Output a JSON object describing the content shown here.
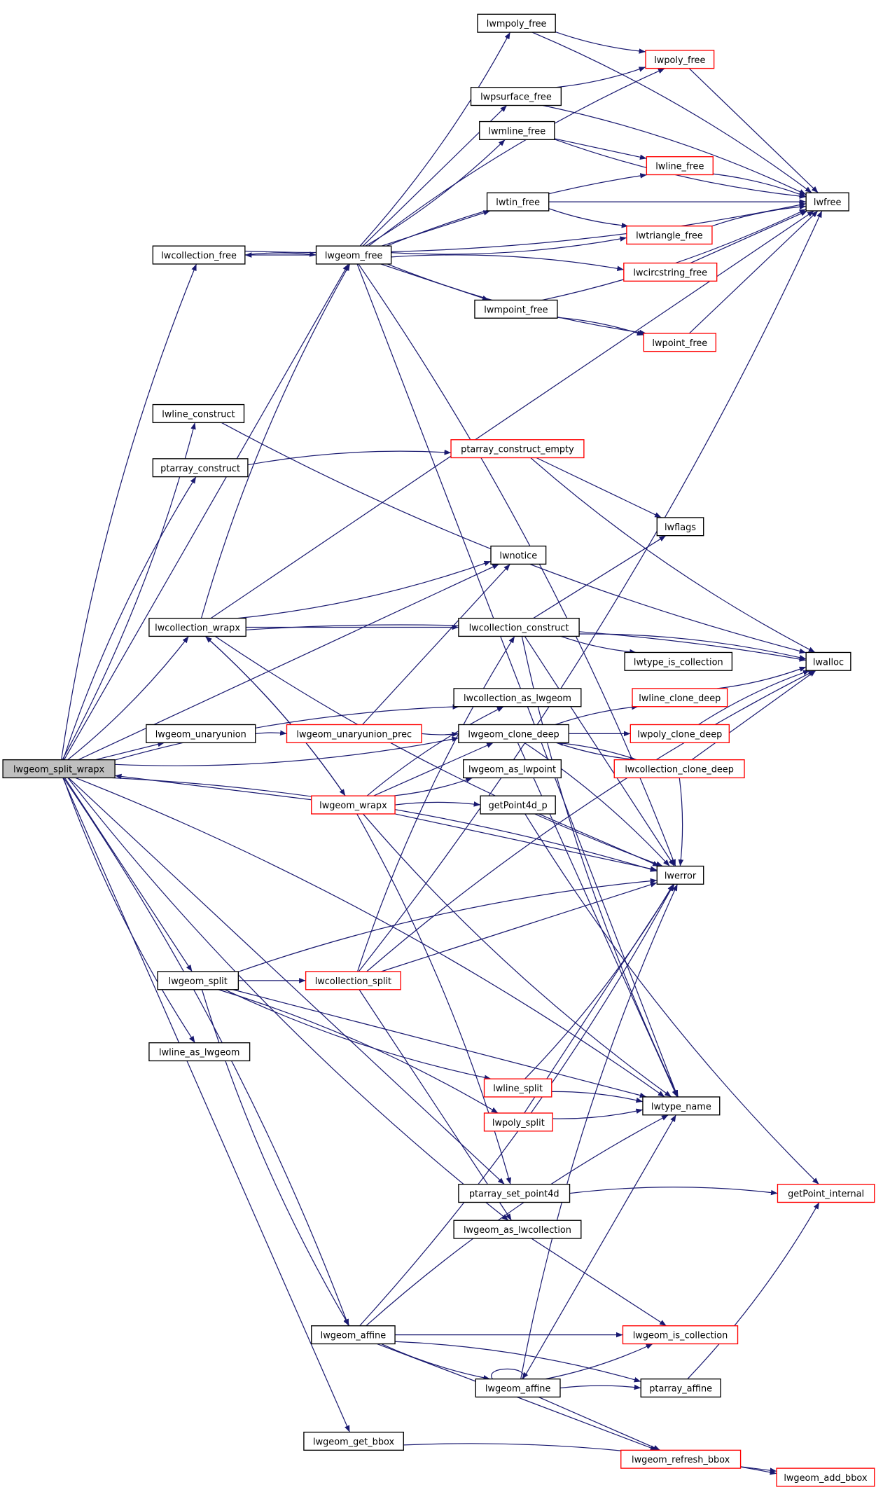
{
  "colors": {
    "edge": "#191970",
    "root_fill": "#bfbfbf",
    "normal_border": "#000000",
    "truncated_border": "#ff0000"
  },
  "nodes": [
    {
      "id": "split_wrapx",
      "label": "lwgeom_split_wrapx",
      "border": "#000000",
      "fill": "#bfbfbf"
    },
    {
      "id": "lwcollection_free",
      "label": "lwcollection_free",
      "border": "#000000"
    },
    {
      "id": "lwgeom_free",
      "label": "lwgeom_free",
      "border": "#000000"
    },
    {
      "id": "lwmpoly_free",
      "label": "lwmpoly_free",
      "border": "#000000"
    },
    {
      "id": "lwpoly_free",
      "label": "lwpoly_free",
      "border": "#ff0000"
    },
    {
      "id": "lwpsurface_free",
      "label": "lwpsurface_free",
      "border": "#000000"
    },
    {
      "id": "lwmline_free",
      "label": "lwmline_free",
      "border": "#000000"
    },
    {
      "id": "lwline_free",
      "label": "lwline_free",
      "border": "#ff0000"
    },
    {
      "id": "lwtin_free",
      "label": "lwtin_free",
      "border": "#000000"
    },
    {
      "id": "lwfree",
      "label": "lwfree",
      "border": "#000000"
    },
    {
      "id": "lwtriangle_free",
      "label": "lwtriangle_free",
      "border": "#ff0000"
    },
    {
      "id": "lwcircstring_free",
      "label": "lwcircstring_free",
      "border": "#ff0000"
    },
    {
      "id": "lwmpoint_free",
      "label": "lwmpoint_free",
      "border": "#000000"
    },
    {
      "id": "lwpoint_free",
      "label": "lwpoint_free",
      "border": "#ff0000"
    },
    {
      "id": "lwline_construct",
      "label": "lwline_construct",
      "border": "#000000"
    },
    {
      "id": "ptarray_construct",
      "label": "ptarray_construct",
      "border": "#000000"
    },
    {
      "id": "ptarray_construct_empty",
      "label": "ptarray_construct_empty",
      "border": "#ff0000"
    },
    {
      "id": "lwflags",
      "label": "lwflags",
      "border": "#000000"
    },
    {
      "id": "lwnotice",
      "label": "lwnotice",
      "border": "#000000"
    },
    {
      "id": "lwcollection_wrapx",
      "label": "lwcollection_wrapx",
      "border": "#000000"
    },
    {
      "id": "lwcollection_construct",
      "label": "lwcollection_construct",
      "border": "#000000"
    },
    {
      "id": "lwtype_is_collection",
      "label": "lwtype_is_collection",
      "border": "#000000"
    },
    {
      "id": "lwalloc",
      "label": "lwalloc",
      "border": "#000000"
    },
    {
      "id": "lwcollection_as_lwgeom",
      "label": "lwcollection_as_lwgeom",
      "border": "#000000"
    },
    {
      "id": "lwline_clone_deep",
      "label": "lwline_clone_deep",
      "border": "#ff0000"
    },
    {
      "id": "lwgeom_unaryunion",
      "label": "lwgeom_unaryunion",
      "border": "#000000"
    },
    {
      "id": "lwgeom_unaryunion_prec",
      "label": "lwgeom_unaryunion_prec",
      "border": "#ff0000"
    },
    {
      "id": "lwgeom_clone_deep",
      "label": "lwgeom_clone_deep",
      "border": "#000000"
    },
    {
      "id": "lwpoly_clone_deep",
      "label": "lwpoly_clone_deep",
      "border": "#ff0000"
    },
    {
      "id": "lwcollection_clone_deep",
      "label": "lwcollection_clone_deep",
      "border": "#ff0000"
    },
    {
      "id": "lwgeom_as_lwpoint",
      "label": "lwgeom_as_lwpoint",
      "border": "#000000"
    },
    {
      "id": "lwgeom_wrapx",
      "label": "lwgeom_wrapx",
      "border": "#ff0000"
    },
    {
      "id": "getPoint4d_p",
      "label": "getPoint4d_p",
      "border": "#000000"
    },
    {
      "id": "lwerror",
      "label": "lwerror",
      "border": "#000000"
    },
    {
      "id": "lwgeom_split",
      "label": "lwgeom_split",
      "border": "#000000"
    },
    {
      "id": "lwcollection_split",
      "label": "lwcollection_split",
      "border": "#ff0000"
    },
    {
      "id": "lwline_as_lwgeom",
      "label": "lwline_as_lwgeom",
      "border": "#000000"
    },
    {
      "id": "lwline_split",
      "label": "lwline_split",
      "border": "#ff0000"
    },
    {
      "id": "lwtype_name",
      "label": "lwtype_name",
      "border": "#000000"
    },
    {
      "id": "lwpoly_split",
      "label": "lwpoly_split",
      "border": "#ff0000"
    },
    {
      "id": "ptarray_set_point4d",
      "label": "ptarray_set_point4d",
      "border": "#000000"
    },
    {
      "id": "getPoint_internal",
      "label": "getPoint_internal",
      "border": "#ff0000"
    },
    {
      "id": "lwgeom_as_lwcollection",
      "label": "lwgeom_as_lwcollection",
      "border": "#000000"
    },
    {
      "id": "lwgeom_affine_a",
      "label": "lwgeom_affine",
      "border": "#000000"
    },
    {
      "id": "lwgeom_is_collection",
      "label": "lwgeom_is_collection",
      "border": "#ff0000"
    },
    {
      "id": "lwgeom_affine_b",
      "label": "lwgeom_affine",
      "border": "#000000"
    },
    {
      "id": "ptarray_affine",
      "label": "ptarray_affine",
      "border": "#000000"
    },
    {
      "id": "lwgeom_get_bbox",
      "label": "lwgeom_get_bbox",
      "border": "#000000"
    },
    {
      "id": "lwgeom_refresh_bbox",
      "label": "lwgeom_refresh_bbox",
      "border": "#ff0000"
    },
    {
      "id": "lwgeom_add_bbox",
      "label": "lwgeom_add_bbox",
      "border": "#ff0000"
    }
  ],
  "edges": [
    [
      "split_wrapx",
      "lwcollection_free"
    ],
    [
      "split_wrapx",
      "lwgeom_free"
    ],
    [
      "split_wrapx",
      "lwline_construct"
    ],
    [
      "split_wrapx",
      "ptarray_construct"
    ],
    [
      "split_wrapx",
      "lwnotice"
    ],
    [
      "split_wrapx",
      "lwcollection_wrapx"
    ],
    [
      "split_wrapx",
      "lwcollection_as_lwgeom"
    ],
    [
      "split_wrapx",
      "lwgeom_unaryunion"
    ],
    [
      "split_wrapx",
      "lwgeom_clone_deep"
    ],
    [
      "split_wrapx",
      "lwerror"
    ],
    [
      "split_wrapx",
      "lwgeom_split"
    ],
    [
      "split_wrapx",
      "lwline_as_lwgeom"
    ],
    [
      "split_wrapx",
      "lwtype_name"
    ],
    [
      "split_wrapx",
      "ptarray_set_point4d"
    ],
    [
      "split_wrapx",
      "lwgeom_as_lwcollection"
    ],
    [
      "split_wrapx",
      "lwgeom_affine_a"
    ],
    [
      "split_wrapx",
      "lwgeom_get_bbox"
    ],
    [
      "lwcollection_free",
      "lwfree"
    ],
    [
      "lwcollection_free",
      "lwgeom_free"
    ],
    [
      "lwgeom_free",
      "lwcollection_free"
    ],
    [
      "lwgeom_free",
      "lwmpoly_free"
    ],
    [
      "lwgeom_free",
      "lwpoly_free"
    ],
    [
      "lwgeom_free",
      "lwpsurface_free"
    ],
    [
      "lwgeom_free",
      "lwmline_free"
    ],
    [
      "lwgeom_free",
      "lwline_free"
    ],
    [
      "lwgeom_free",
      "lwtin_free"
    ],
    [
      "lwgeom_free",
      "lwtriangle_free"
    ],
    [
      "lwgeom_free",
      "lwcircstring_free"
    ],
    [
      "lwgeom_free",
      "lwmpoint_free"
    ],
    [
      "lwgeom_free",
      "lwpoint_free"
    ],
    [
      "lwgeom_free",
      "lwerror"
    ],
    [
      "lwgeom_free",
      "lwtype_name"
    ],
    [
      "lwmpoly_free",
      "lwpoly_free"
    ],
    [
      "lwmpoly_free",
      "lwfree"
    ],
    [
      "lwpoly_free",
      "lwfree"
    ],
    [
      "lwpsurface_free",
      "lwpoly_free"
    ],
    [
      "lwpsurface_free",
      "lwfree"
    ],
    [
      "lwmline_free",
      "lwline_free"
    ],
    [
      "lwmline_free",
      "lwfree"
    ],
    [
      "lwline_free",
      "lwfree"
    ],
    [
      "lwtin_free",
      "lwfree"
    ],
    [
      "lwtin_free",
      "lwtriangle_free"
    ],
    [
      "lwtriangle_free",
      "lwfree"
    ],
    [
      "lwcircstring_free",
      "lwfree"
    ],
    [
      "lwmpoint_free",
      "lwfree"
    ],
    [
      "lwmpoint_free",
      "lwpoint_free"
    ],
    [
      "lwpoint_free",
      "lwfree"
    ],
    [
      "lwline_construct",
      "lwalloc"
    ],
    [
      "ptarray_construct",
      "ptarray_construct_empty"
    ],
    [
      "ptarray_construct_empty",
      "lwflags"
    ],
    [
      "ptarray_construct_empty",
      "lwalloc"
    ],
    [
      "lwcollection_wrapx",
      "lwgeom_free"
    ],
    [
      "lwcollection_wrapx",
      "lwfree"
    ],
    [
      "lwcollection_wrapx",
      "lwnotice"
    ],
    [
      "lwcollection_wrapx",
      "lwalloc"
    ],
    [
      "lwcollection_wrapx",
      "lwcollection_construct"
    ],
    [
      "lwcollection_wrapx",
      "lwerror"
    ],
    [
      "lwcollection_wrapx",
      "lwgeom_wrapx"
    ],
    [
      "lwcollection_construct",
      "lwflags"
    ],
    [
      "lwcollection_construct",
      "lwtype_is_collection"
    ],
    [
      "lwcollection_construct",
      "lwalloc"
    ],
    [
      "lwcollection_construct",
      "lwerror"
    ],
    [
      "lwcollection_construct",
      "lwtype_name"
    ],
    [
      "lwgeom_unaryunion",
      "lwgeom_unaryunion_prec"
    ],
    [
      "lwgeom_unaryunion_prec",
      "lwnotice"
    ],
    [
      "lwgeom_unaryunion_prec",
      "lwgeom_clone_deep"
    ],
    [
      "lwgeom_clone_deep",
      "lwline_clone_deep"
    ],
    [
      "lwgeom_clone_deep",
      "lwpoly_clone_deep"
    ],
    [
      "lwgeom_clone_deep",
      "lwcollection_clone_deep"
    ],
    [
      "lwgeom_clone_deep",
      "lwerror"
    ],
    [
      "lwgeom_clone_deep",
      "lwtype_name"
    ],
    [
      "lwline_clone_deep",
      "lwalloc"
    ],
    [
      "lwpoly_clone_deep",
      "lwalloc"
    ],
    [
      "lwcollection_clone_deep",
      "lwalloc"
    ],
    [
      "lwcollection_clone_deep",
      "lwgeom_clone_deep"
    ],
    [
      "lwcollection_clone_deep",
      "lwerror"
    ],
    [
      "lwgeom_wrapx",
      "split_wrapx"
    ],
    [
      "lwgeom_wrapx",
      "lwcollection_wrapx"
    ],
    [
      "lwgeom_wrapx",
      "lwcollection_as_lwgeom"
    ],
    [
      "lwgeom_wrapx",
      "lwgeom_clone_deep"
    ],
    [
      "lwgeom_wrapx",
      "lwgeom_as_lwpoint"
    ],
    [
      "lwgeom_wrapx",
      "getPoint4d_p"
    ],
    [
      "lwgeom_wrapx",
      "lwerror"
    ],
    [
      "lwgeom_wrapx",
      "lwtype_name"
    ],
    [
      "lwgeom_wrapx",
      "ptarray_set_point4d"
    ],
    [
      "getPoint4d_p",
      "lwerror"
    ],
    [
      "getPoint4d_p",
      "getPoint_internal"
    ],
    [
      "lwgeom_split",
      "lwerror"
    ],
    [
      "lwgeom_split",
      "lwcollection_split"
    ],
    [
      "lwgeom_split",
      "lwline_split"
    ],
    [
      "lwgeom_split",
      "lwpoly_split"
    ],
    [
      "lwgeom_split",
      "lwtype_name"
    ],
    [
      "lwgeom_split",
      "lwgeom_affine_a"
    ],
    [
      "lwcollection_split",
      "lwcollection_construct"
    ],
    [
      "lwcollection_split",
      "lwerror"
    ],
    [
      "lwcollection_split",
      "lwfree"
    ],
    [
      "lwcollection_split",
      "lwalloc"
    ],
    [
      "lwcollection_split",
      "lwgeom_as_lwcollection"
    ],
    [
      "lwline_split",
      "lwerror"
    ],
    [
      "lwline_split",
      "lwtype_name"
    ],
    [
      "lwpoly_split",
      "lwerror"
    ],
    [
      "lwpoly_split",
      "lwtype_name"
    ],
    [
      "ptarray_set_point4d",
      "getPoint_internal"
    ],
    [
      "lwgeom_as_lwcollection",
      "lwgeom_is_collection"
    ],
    [
      "lwgeom_affine_a",
      "lwerror"
    ],
    [
      "lwgeom_affine_a",
      "lwtype_name"
    ],
    [
      "lwgeom_affine_a",
      "lwgeom_is_collection"
    ],
    [
      "lwgeom_affine_a",
      "lwgeom_affine_b"
    ],
    [
      "lwgeom_affine_a",
      "ptarray_affine"
    ],
    [
      "lwgeom_affine_a",
      "lwgeom_refresh_bbox"
    ],
    [
      "lwgeom_affine_b",
      "lwgeom_affine_b"
    ],
    [
      "lwgeom_affine_b",
      "lwerror"
    ],
    [
      "lwgeom_affine_b",
      "lwtype_name"
    ],
    [
      "lwgeom_affine_b",
      "lwgeom_is_collection"
    ],
    [
      "lwgeom_affine_b",
      "ptarray_affine"
    ],
    [
      "lwgeom_affine_b",
      "lwgeom_refresh_bbox"
    ],
    [
      "ptarray_affine",
      "getPoint_internal"
    ],
    [
      "lwgeom_get_bbox",
      "lwgeom_add_bbox"
    ],
    [
      "lwgeom_refresh_bbox",
      "lwgeom_add_bbox"
    ]
  ]
}
